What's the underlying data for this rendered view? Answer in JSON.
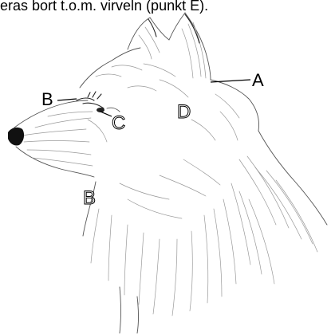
{
  "caption": "eras bort t.o.m. virveln (punkt E).",
  "labels": {
    "a": "A",
    "b_upper": "B",
    "b_lower": "B",
    "c": "C",
    "d": "D"
  }
}
